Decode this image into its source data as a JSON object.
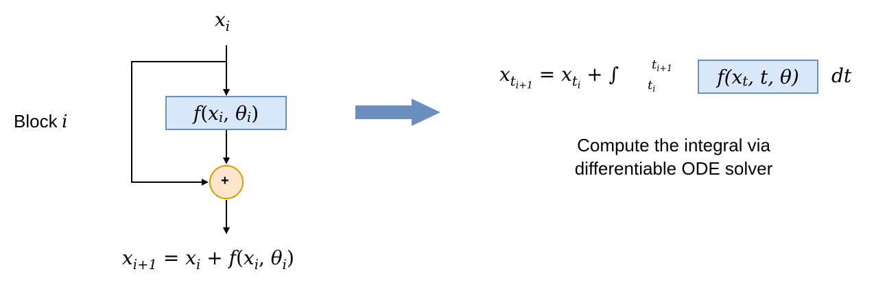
{
  "left": {
    "input_var": "x",
    "input_sub": "i",
    "block_label_text": "Block",
    "block_label_var": "i",
    "function_box": {
      "f": "f",
      "open": "(",
      "x": "x",
      "x_sub": "i",
      "comma": ",",
      "theta": "θ",
      "theta_sub": "i",
      "close": ")"
    },
    "plus_symbol": "+",
    "output_eq": {
      "lhs_var": "x",
      "lhs_sub": "i+1",
      "eq": "=",
      "x": "x",
      "x_sub": "i",
      "plus": "+",
      "f": "f",
      "open": "(",
      "arg_x": "x",
      "arg_x_sub": "i",
      "comma": ",",
      "theta": "θ",
      "theta_sub": "i",
      "close": ")"
    }
  },
  "right": {
    "equation": {
      "lhs_var": "x",
      "lhs_sub": "t",
      "lhs_subsub": "i+1",
      "eq": "=",
      "x": "x",
      "x_sub": "t",
      "x_subsub": "i",
      "plus": "+",
      "integral": "∫",
      "upper": "t",
      "upper_sub": "i+1",
      "lower": "t",
      "lower_sub": "i",
      "box_text": "f(x",
      "box_sub": "t",
      "box_rest": ", t, θ)",
      "dt": "dt"
    },
    "caption_line1": "Compute the integral via",
    "caption_line2": "differentiable ODE solver"
  },
  "colors": {
    "box_fill": "#dae8fc",
    "box_stroke": "#6c8ebf",
    "sum_fill": "#ffe6cc",
    "sum_stroke": "#d79b00",
    "arrow_fill": "#6c8ebf",
    "line": "#000000"
  }
}
